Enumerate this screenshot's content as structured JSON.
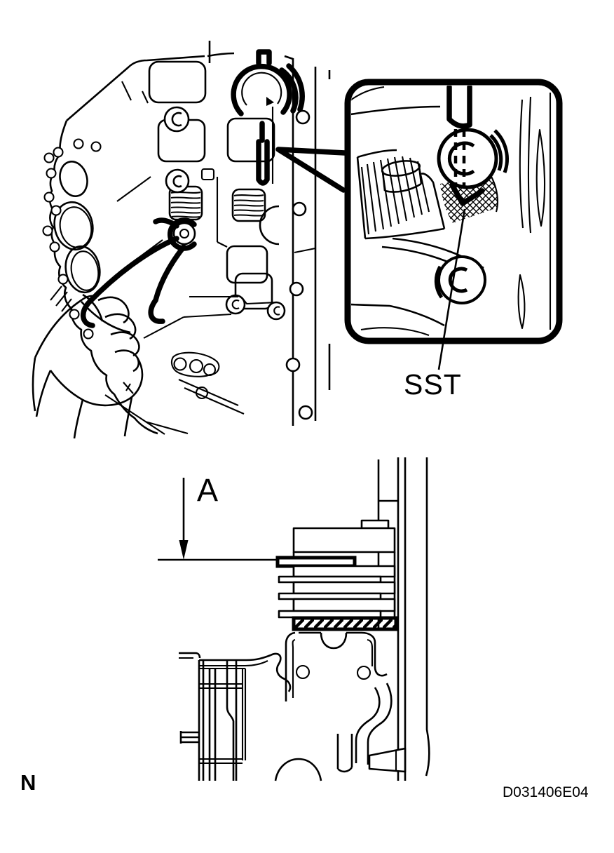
{
  "canvas": {
    "background": "#ffffff",
    "line_color": "#000000"
  },
  "labels": {
    "sst": "SST",
    "dimension": "A",
    "note": "N",
    "figure_code": "D031406E04"
  }
}
